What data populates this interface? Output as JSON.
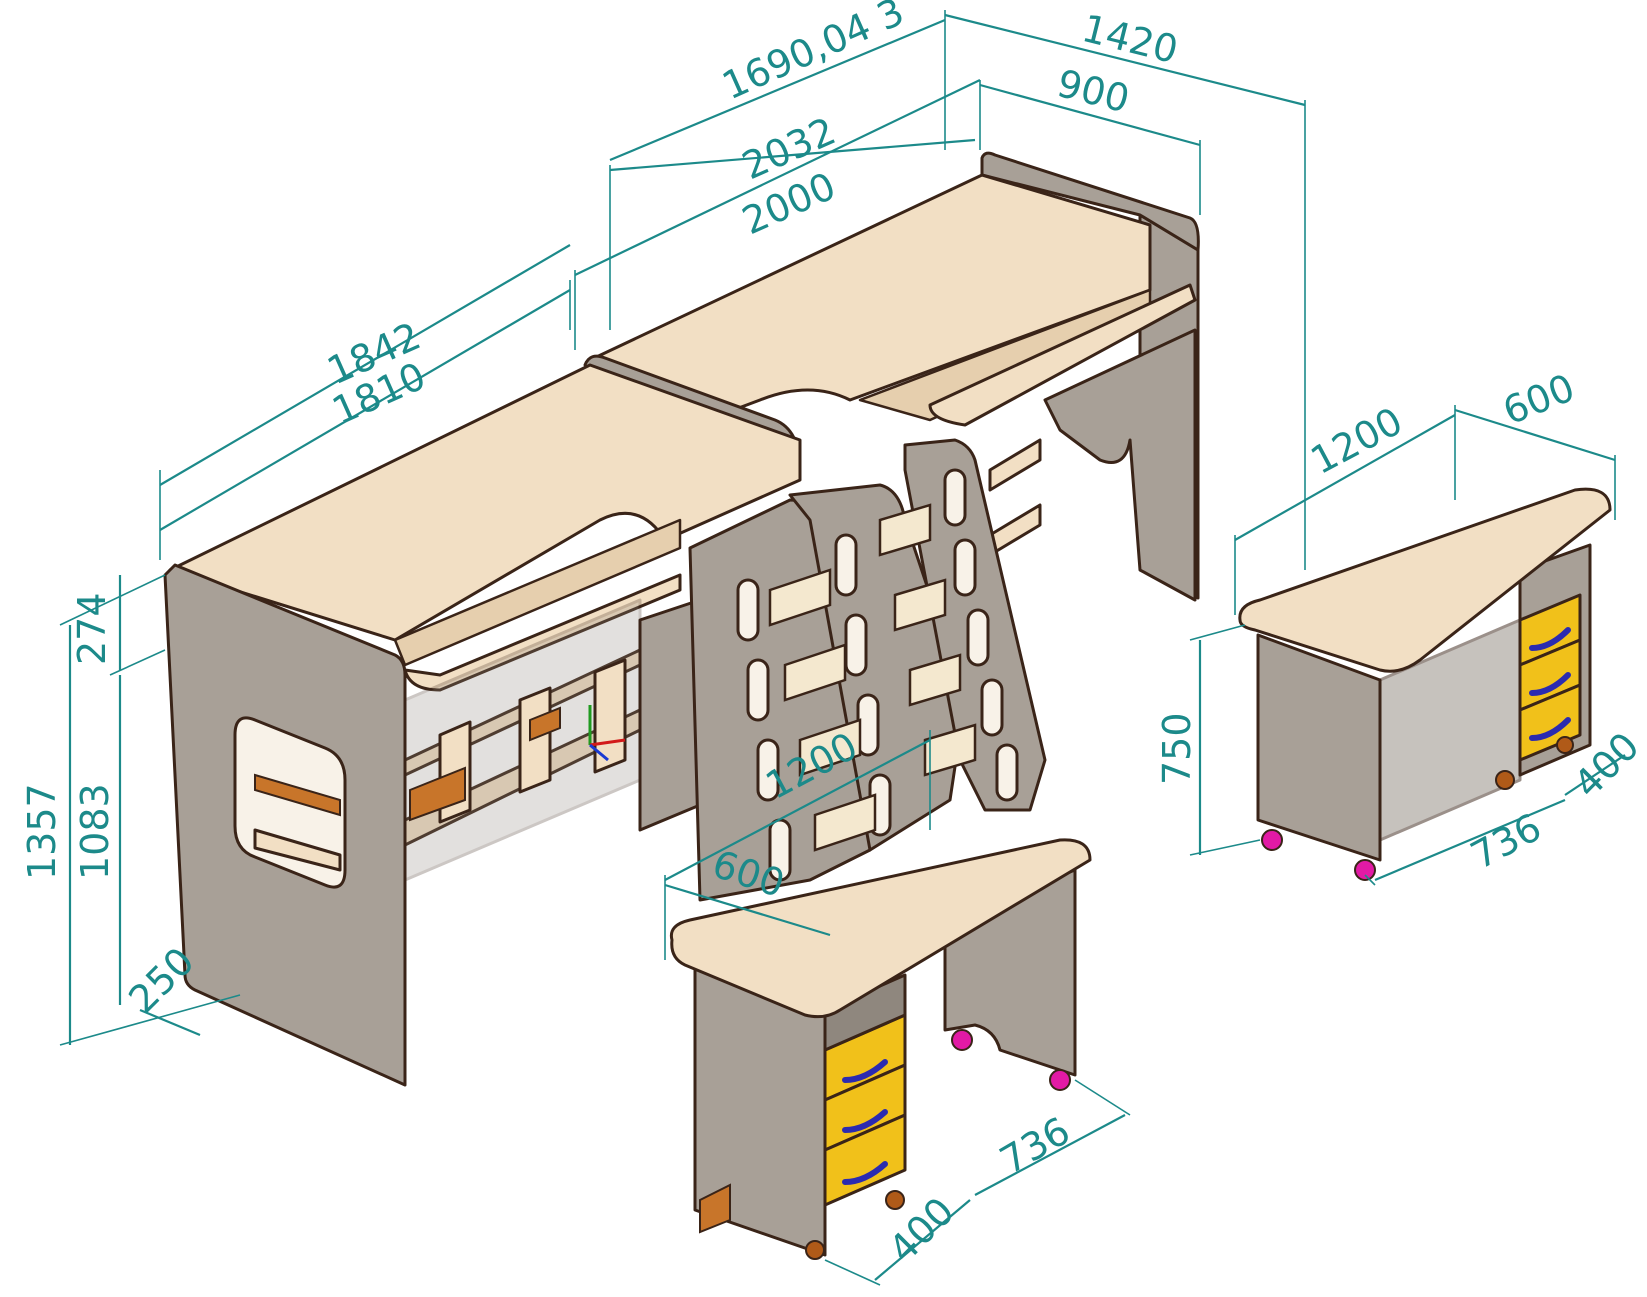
{
  "dimensions": {
    "d1690": "1690,04 3",
    "d1420": "1420",
    "d900": "900",
    "d2032": "2032",
    "d2000": "2000",
    "d1842": "1842",
    "d1810": "1810",
    "d274": "274",
    "d1357": "1357",
    "d1083": "1083",
    "d250": "250",
    "d1200_left": "1200",
    "d600_left": "600",
    "d736_left": "736",
    "d400_left": "400",
    "d1200_right": "1200",
    "d600_right": "600",
    "d750": "750",
    "d736_right": "736",
    "d400_right": "400"
  },
  "colors": {
    "dimension": "#1c8a8a",
    "board": "#a8a097",
    "top": "#f2dfc4",
    "drawer": "#f1c11a",
    "handle": "#2b2bb0",
    "wheel": "#e21aa5",
    "edge": "#3a2418"
  },
  "icons": {
    "axis_triad": "xyz-axis-icon"
  }
}
